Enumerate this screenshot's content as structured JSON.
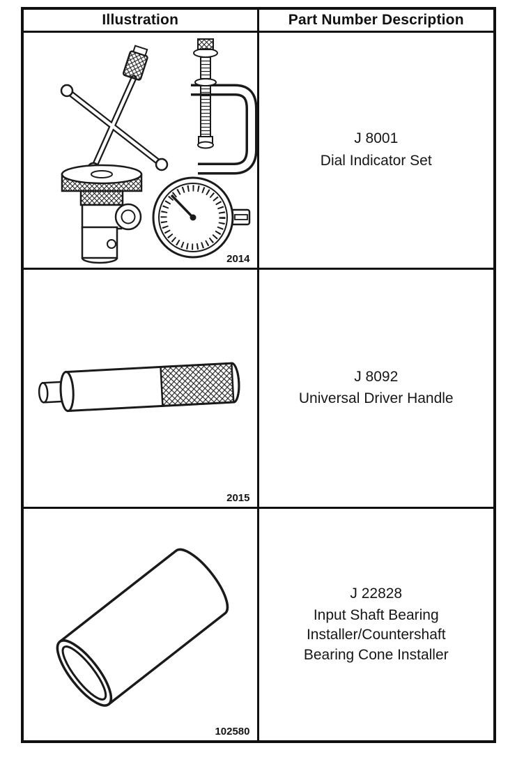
{
  "colors": {
    "ink": "#1a1a1a",
    "paper": "#ffffff"
  },
  "table": {
    "headers": {
      "illustration": "Illustration",
      "description": "Part Number Description"
    },
    "rows": [
      {
        "illustration": "dial-indicator-set",
        "figure_number": "2014",
        "part_number": "J 8001",
        "description": "Dial Indicator Set"
      },
      {
        "illustration": "universal-driver-handle",
        "figure_number": "2015",
        "part_number": "J 8092",
        "description": "Universal Driver Handle"
      },
      {
        "illustration": "bearing-installer-cylinder",
        "figure_number": "102580",
        "part_number": "J 22828",
        "description": "Input Shaft Bearing Installer/Countershaft Bearing Cone Installer"
      }
    ]
  }
}
